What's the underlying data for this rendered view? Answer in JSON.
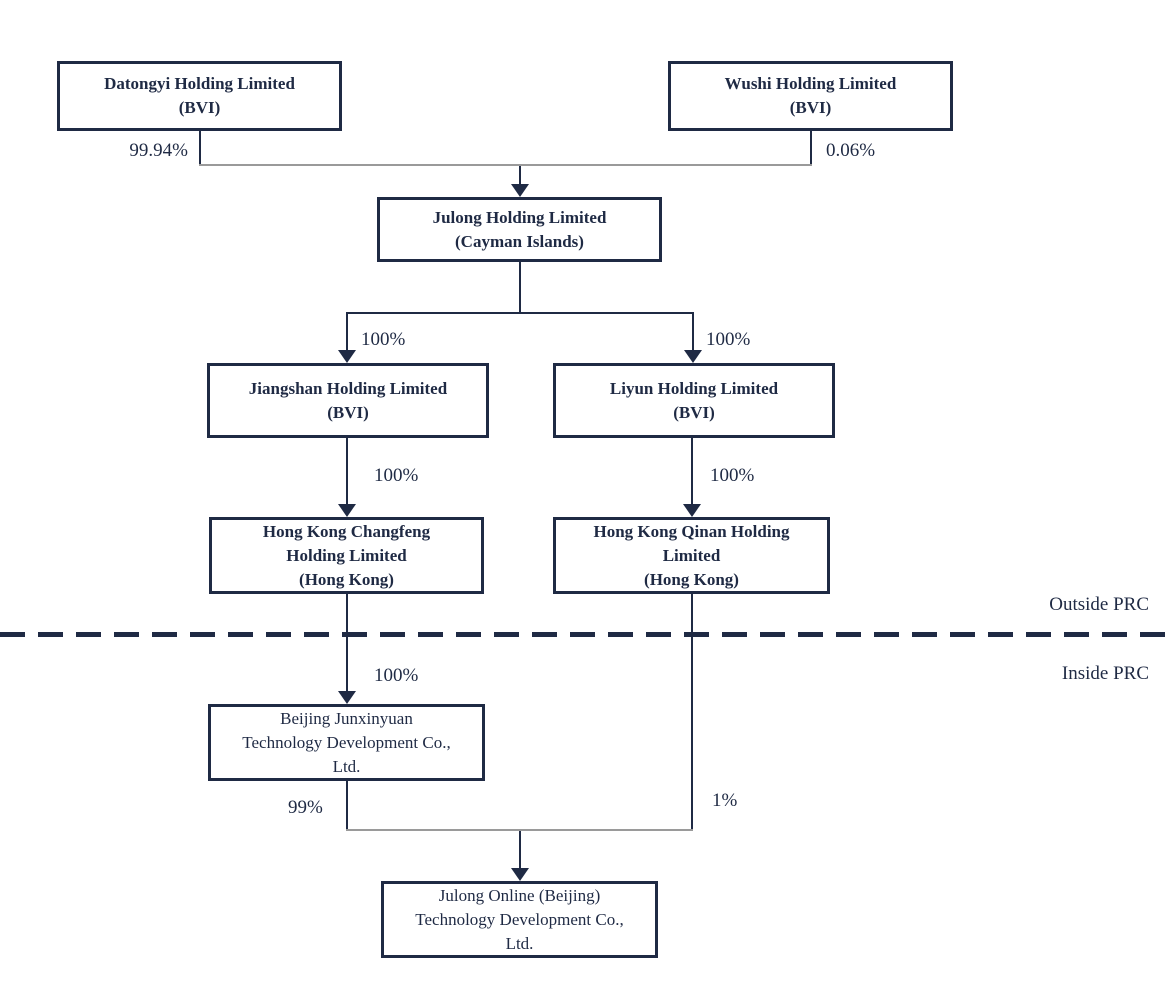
{
  "diagram_type": "corporate-structure-flowchart",
  "colors": {
    "ink": "#1f2a44",
    "merge_connector_gray": "#9a9a9a",
    "background": "#ffffff"
  },
  "nodes": {
    "datongyi": {
      "lines": [
        "Datongyi Holding Limited",
        "(BVI)"
      ]
    },
    "wushi": {
      "lines": [
        "Wushi Holding Limited",
        "(BVI)"
      ]
    },
    "julong_holding": {
      "lines": [
        "Julong Holding Limited",
        "(Cayman Islands)"
      ]
    },
    "jiangshan": {
      "lines": [
        "Jiangshan Holding Limited",
        "(BVI)"
      ]
    },
    "liyun": {
      "lines": [
        "Liyun Holding Limited",
        "(BVI)"
      ]
    },
    "hk_changfeng": {
      "lines": [
        "Hong Kong Changfeng",
        "Holding Limited",
        "(Hong Kong)"
      ]
    },
    "hk_qinan": {
      "lines": [
        "Hong Kong Qinan Holding",
        "Limited",
        "(Hong Kong)"
      ]
    },
    "beijing_junxinyuan": {
      "lines": [
        "Beijing Junxinyuan",
        "Technology Development Co.,",
        "Ltd."
      ]
    },
    "julong_online": {
      "lines": [
        "Julong Online (Beijing)",
        "Technology Development Co.,",
        "Ltd."
      ]
    }
  },
  "ownership_labels": {
    "datongyi_to_julong": "99.94%",
    "wushi_to_julong": "0.06%",
    "julong_to_jiangshan": "100%",
    "julong_to_liyun": "100%",
    "jiangshan_to_changfeng": "100%",
    "liyun_to_qinan": "100%",
    "changfeng_to_junxinyuan": "100%",
    "junxinyuan_to_julong_online": "99%",
    "qinan_to_julong_online": "1%"
  },
  "region_labels": {
    "outside": "Outside PRC",
    "inside": "Inside PRC"
  }
}
